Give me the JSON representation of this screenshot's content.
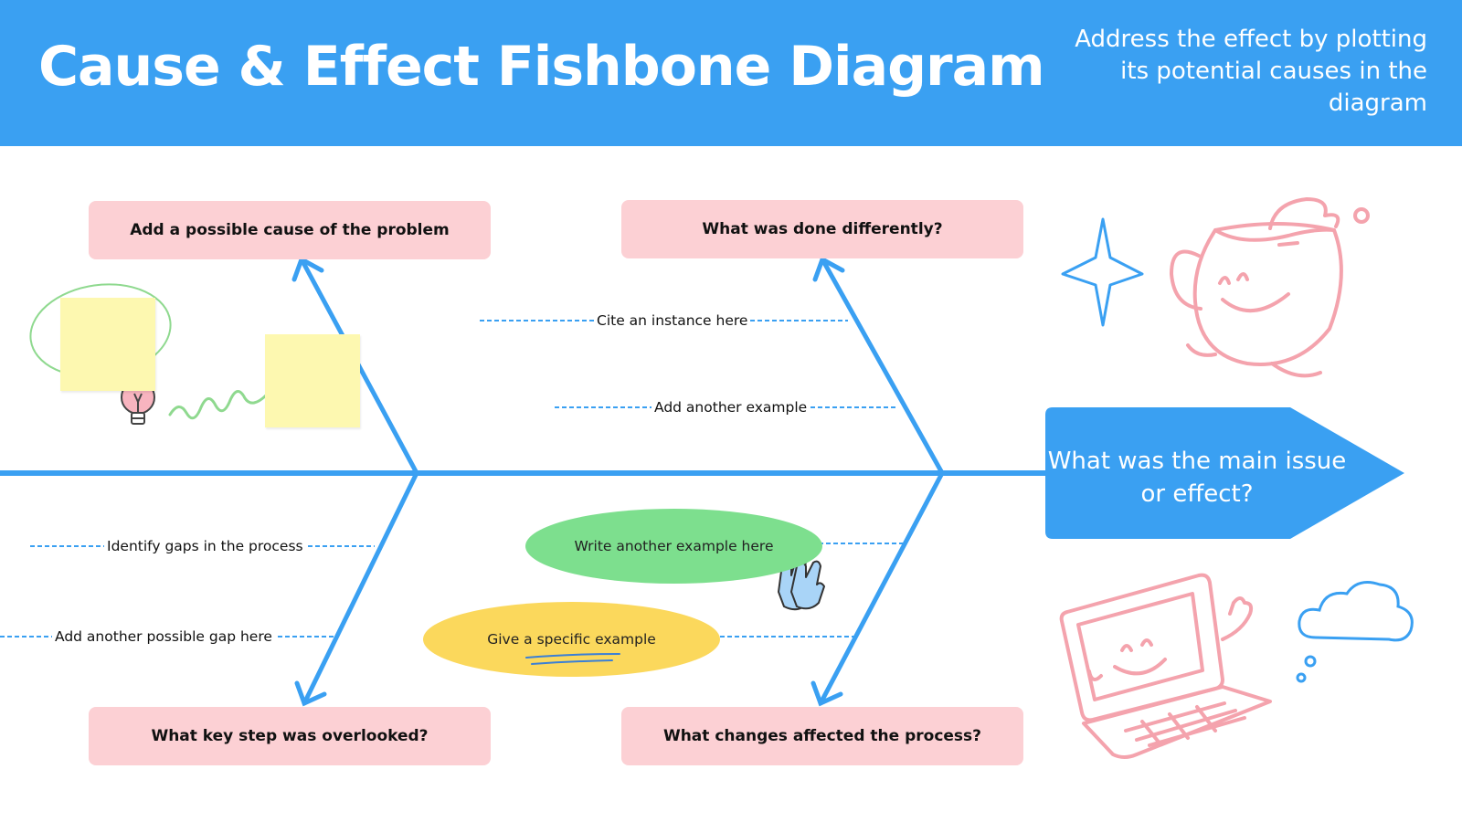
{
  "header": {
    "title": "Cause & Effect Fishbone Diagram",
    "subtitle": "Address the effect by plotting its potential causes in the diagram"
  },
  "effect": {
    "label": "What was the main issue or effect?"
  },
  "causes": [
    {
      "label": "Add a possible cause of the problem"
    },
    {
      "label": "What was done differently?"
    },
    {
      "label": "What key step was overlooked?"
    },
    {
      "label": "What changes affected the process?"
    }
  ],
  "sub_causes": [
    {
      "label": "Cite an instance here"
    },
    {
      "label": "Add another example"
    },
    {
      "label": "Identify gaps in the process"
    },
    {
      "label": "Add another possible gap here"
    }
  ],
  "ellipses": [
    {
      "label": "Write another example here",
      "color": "#7ddf8e"
    },
    {
      "label": "Give a specific example",
      "color": "#fbd85c"
    }
  ],
  "colors": {
    "header": "#3aa0f2",
    "spine": "#3aa0f2",
    "cause_box": "#fcd0d4",
    "doodle_pink": "#f4a3ad"
  },
  "decorations": [
    "lightbulb-icon",
    "star-sparkle-icon",
    "coffee-cup-character",
    "laptop-character",
    "thought-cloud-icon",
    "clapping-hands-icon",
    "sticky-note",
    "squiggle-arrow"
  ]
}
